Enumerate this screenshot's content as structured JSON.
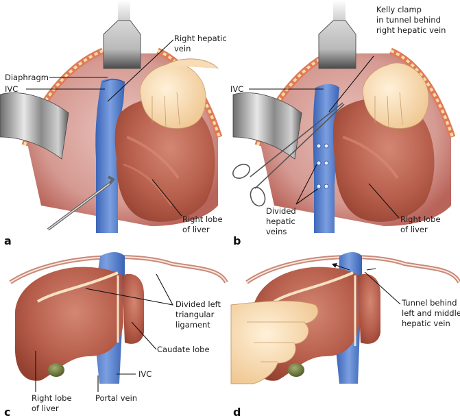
{
  "figure": {
    "description": "Surgical illustration of liver mobilization in four panels",
    "colors": {
      "liver": "#b55a48",
      "liver_highlight": "#d98c78",
      "ivc": "#4b76c8",
      "ivc_highlight": "#8fb0e8",
      "skin": "#f7dcb5",
      "incision": "#e07a5a",
      "fat": "#f5d9a0",
      "retractor": "#9a9a9a",
      "gallbladder": "#6b7a3a",
      "ligament": "#f6e2c4",
      "background": "#ffffff"
    }
  },
  "panels": [
    {
      "letter": "a",
      "labels": [
        {
          "text": [
            "Right hepatic",
            "vein"
          ]
        },
        {
          "text": [
            "Diaphragm"
          ]
        },
        {
          "text": [
            "IVC"
          ]
        },
        {
          "text": [
            "Right lobe",
            "of liver"
          ]
        }
      ]
    },
    {
      "letter": "b",
      "labels": [
        {
          "text": [
            "Kelly clamp",
            "in tunnel behind",
            "right hepatic vein"
          ]
        },
        {
          "text": [
            "IVC"
          ]
        },
        {
          "text": [
            "Divided",
            "hepatic",
            "veins"
          ]
        },
        {
          "text": [
            "Right lobe",
            "of liver"
          ]
        }
      ]
    },
    {
      "letter": "c",
      "labels": [
        {
          "text": [
            "Divided left",
            "triangular",
            "ligament"
          ]
        },
        {
          "text": [
            "Caudate lobe"
          ]
        },
        {
          "text": [
            "IVC"
          ]
        },
        {
          "text": [
            "Right lobe",
            "of liver"
          ]
        },
        {
          "text": [
            "Portal vein"
          ]
        }
      ]
    },
    {
      "letter": "d",
      "labels": [
        {
          "text": [
            "Tunnel behind",
            "left and middle",
            "hepatic vein"
          ]
        }
      ]
    }
  ]
}
